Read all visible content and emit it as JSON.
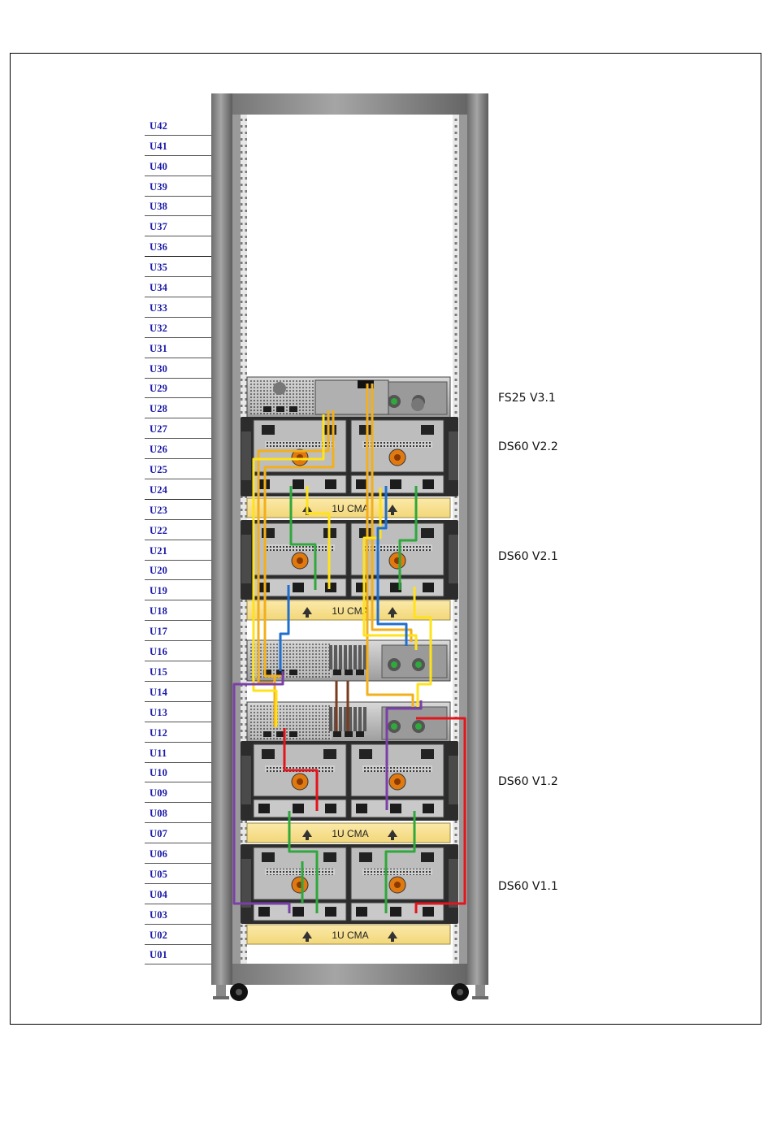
{
  "rack_units": [
    "U42",
    "U41",
    "U40",
    "U39",
    "U38",
    "U37",
    "U36",
    "U35",
    "U34",
    "U33",
    "U32",
    "U31",
    "U30",
    "U29",
    "U28",
    "U27",
    "U26",
    "U25",
    "U24",
    "U23",
    "U22",
    "U21",
    "U20",
    "U19",
    "U18",
    "U17",
    "U16",
    "U15",
    "U14",
    "U13",
    "U12",
    "U11",
    "U10",
    "U09",
    "U08",
    "U07",
    "U06",
    "U05",
    "U04",
    "U03",
    "U02",
    "U01"
  ],
  "devices": [
    {
      "label": "FS25 V3.1"
    },
    {
      "label": "DS60 V2.2"
    },
    {
      "label": "DS60 V2.1"
    },
    {
      "label": "DS60 V1.2"
    },
    {
      "label": "DS60 V1.1"
    }
  ],
  "cma_label": "1U CMA",
  "cable_colors": {
    "yellow": "#ffe21a",
    "orange": "#f2b01c",
    "green": "#2fa83c",
    "blue": "#1f6fd0",
    "purple": "#7a3fa8",
    "red": "#e3141c",
    "brown": "#7a3a1e"
  }
}
